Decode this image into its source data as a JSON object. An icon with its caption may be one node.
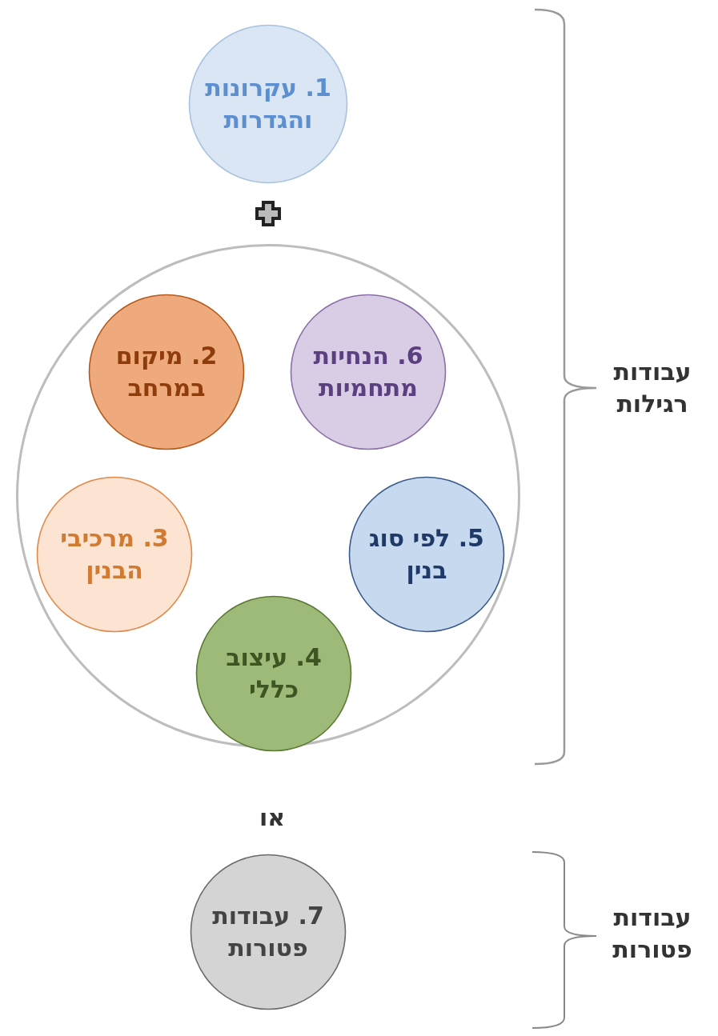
{
  "diagram": {
    "nodes": [
      {
        "text": [
          "1. עקרונות והגדרות"
        ]
      },
      {
        "text": [],
        "shape": "circle"
      },
      {
        "text": [
          "6. הנחיות מתחמיות"
        ],
        "in": 1
      },
      {
        "text": [
          "2. מיקום במרחב"
        ],
        "in": 1
      },
      {
        "text": [
          "3. מרכיבי הבנין"
        ],
        "in": 1
      },
      {
        "text": [
          "5. לפי סוג בנין"
        ],
        "in": 1
      },
      {
        "text": [
          "4. עיצוב כללי"
        ],
        "in": 1
      },
      {
        "text": [
          "7. עבודות פטורות"
        ]
      }
    ],
    "edges": [],
    "labels": [
      "עבודות רגילות",
      "או",
      "עבודות פטורות"
    ]
  }
}
